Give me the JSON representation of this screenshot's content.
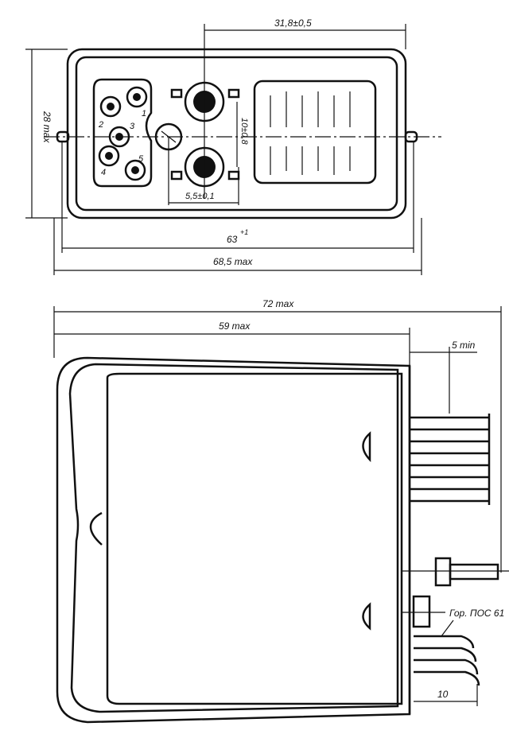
{
  "top_view": {
    "dim_offset": "31,8±0,5",
    "dim_height": "28 max",
    "dim_pitch_v": "10±0,8",
    "dim_pitch_h": "5,5±0,1",
    "dim_mount": "63",
    "dim_mount_tol": "+1",
    "dim_width": "68,5 max",
    "pin_labels": [
      "1",
      "2",
      "3",
      "4",
      "5"
    ]
  },
  "side_view": {
    "dim_total": "72 max",
    "dim_body": "59 max",
    "dim_terminal": "5 min",
    "dim_leads": "10",
    "solder_note": "Гор. ПОС 61"
  }
}
